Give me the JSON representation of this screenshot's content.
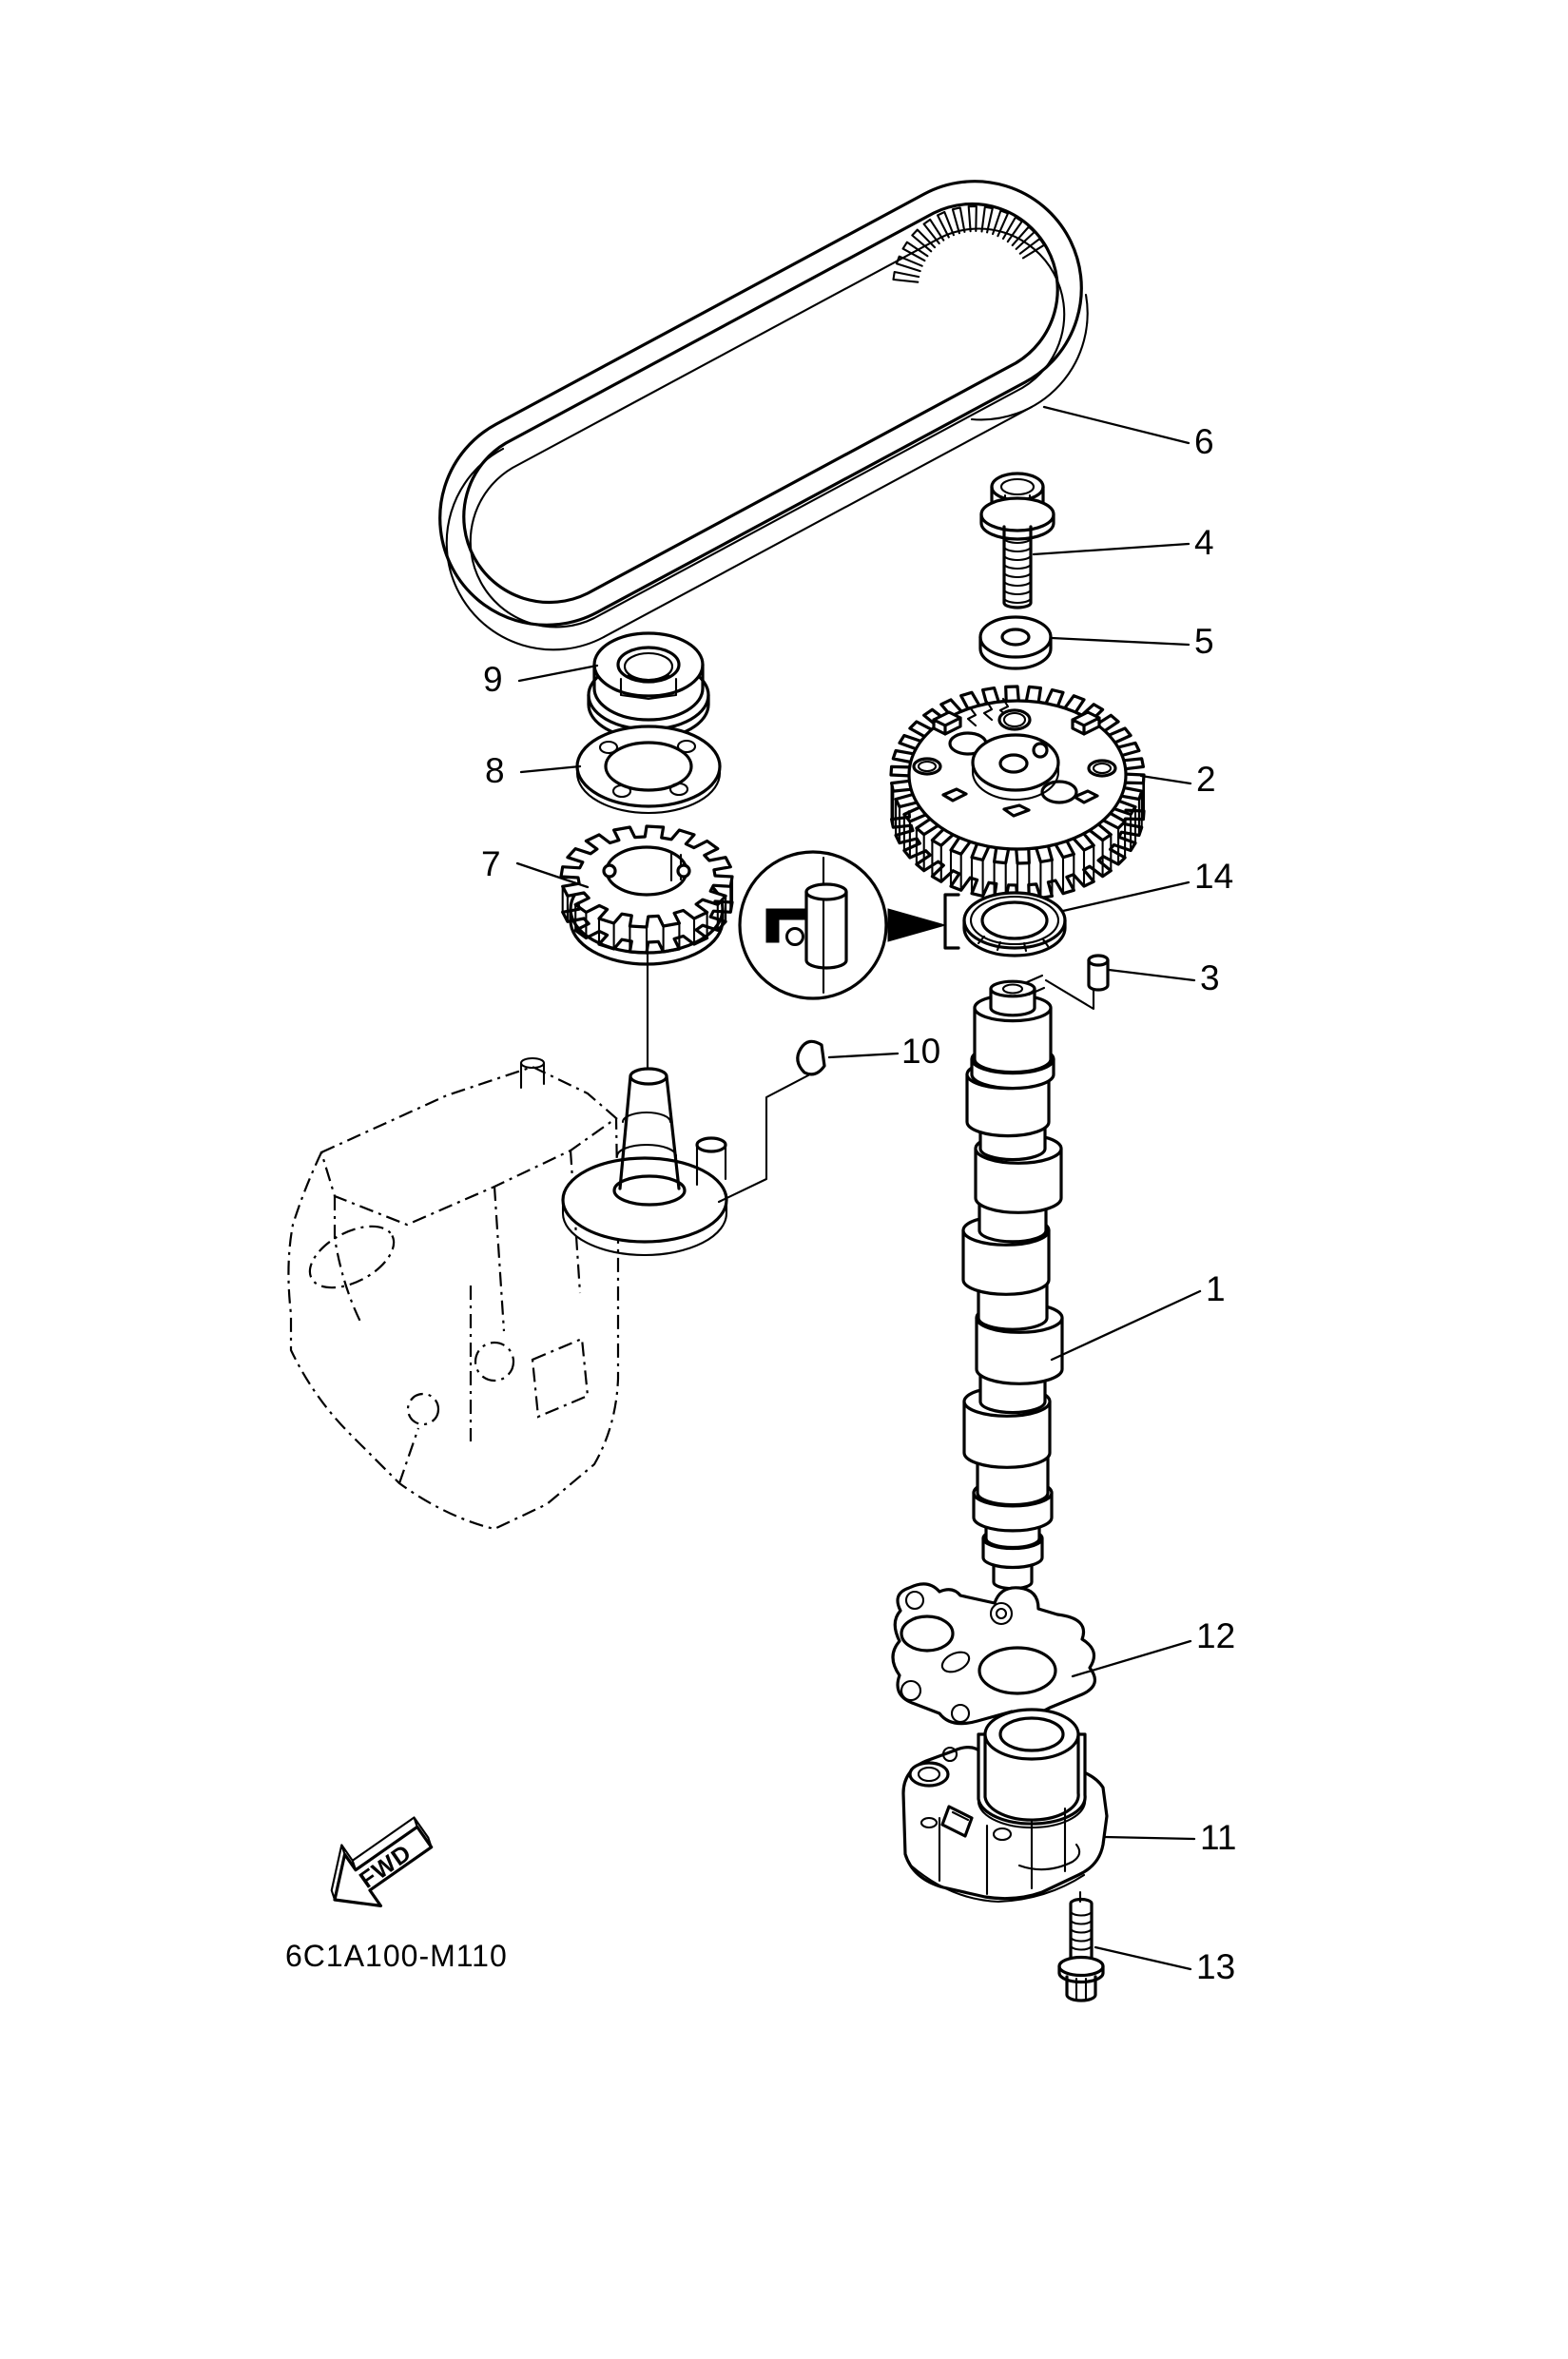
{
  "diagram": {
    "code": "6C1A100-M110",
    "fwd_label": "FWD"
  },
  "callouts": [
    {
      "label": "1"
    },
    {
      "label": "2"
    },
    {
      "label": "3"
    },
    {
      "label": "4"
    },
    {
      "label": "5"
    },
    {
      "label": "6"
    },
    {
      "label": "7"
    },
    {
      "label": "8"
    },
    {
      "label": "9"
    },
    {
      "label": "10"
    },
    {
      "label": "11"
    },
    {
      "label": "12"
    },
    {
      "label": "13"
    },
    {
      "label": "14"
    }
  ]
}
